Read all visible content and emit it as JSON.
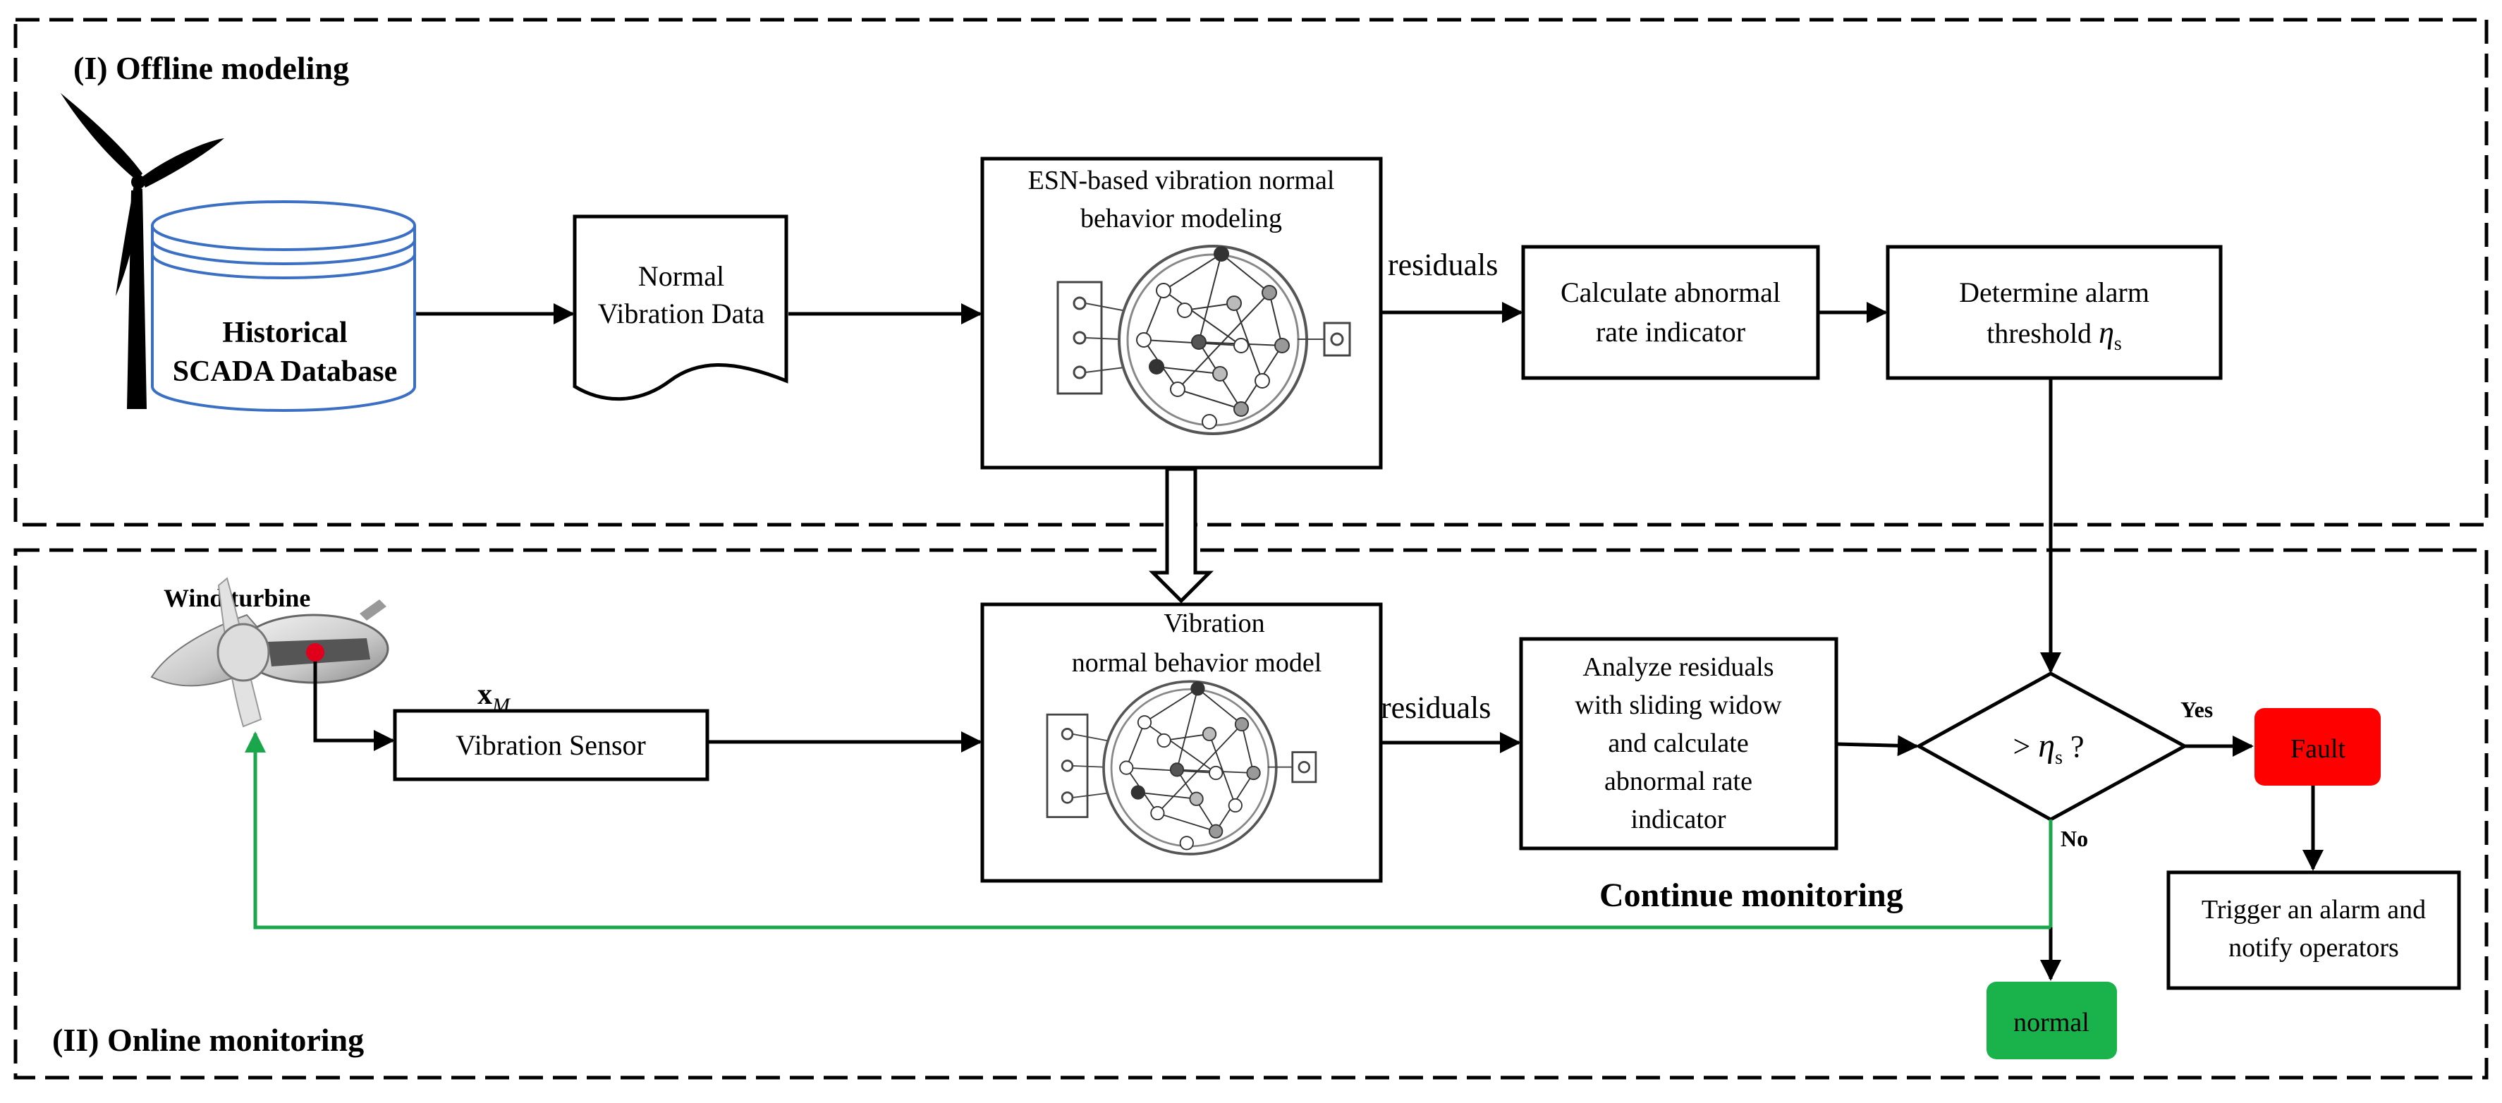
{
  "sections": {
    "offline_title": "(I) Offline modeling",
    "online_title": "(II) Online monitoring"
  },
  "offline": {
    "database": [
      "Historical",
      "SCADA Database"
    ],
    "normal_data": [
      "Normal",
      "Vibration Data"
    ],
    "esn_modeling": [
      "ESN-based vibration normal",
      "behavior modeling"
    ],
    "residuals_label": "residuals",
    "calc_indicator": [
      "Calculate abnormal",
      "rate indicator"
    ],
    "threshold": {
      "line1": "Determine alarm",
      "line2": "threshold ",
      "symbol": "η",
      "subscript": "s"
    }
  },
  "online": {
    "wind_turbine_label": "Wind turbine",
    "signal_label": {
      "symbol": "x",
      "subscript": "M"
    },
    "sensor": "Vibration Sensor",
    "model": [
      "Vibration",
      "normal behavior model"
    ],
    "residuals_label": "residuals",
    "analyze": [
      "Analyze residuals",
      "with sliding widow",
      "and calculate",
      "abnormal rate",
      "indicator"
    ],
    "decision": {
      "prefix": "> ",
      "symbol": "η",
      "subscript": "s",
      "suffix": " ?"
    },
    "yes_label": "Yes",
    "no_label": "No",
    "fault": "Fault",
    "alarm": [
      "Trigger an alarm and",
      "notify operators"
    ],
    "normal": "normal",
    "continue_label": "Continue monitoring"
  },
  "colors": {
    "fault": "#ff0000",
    "normal": "#19b24b",
    "feedback_line": "#1aa64a",
    "sensor_dot": "#e0001b"
  }
}
